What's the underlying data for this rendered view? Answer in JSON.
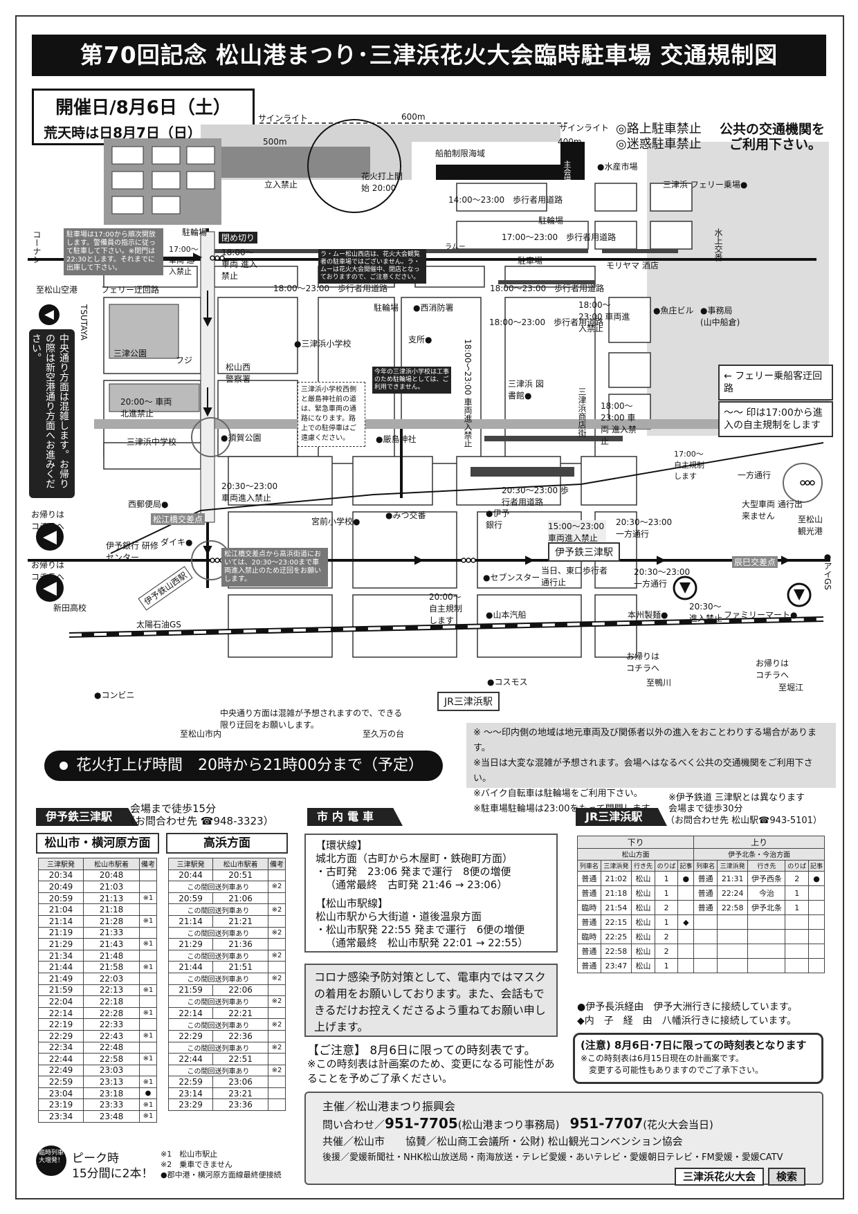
{
  "title": "第70回記念 松山港まつり･三津浜花火大会臨時駐車場 交通規制図",
  "event": {
    "date": "開催日/8月6日（土）",
    "rain": "荒天時は日8月7日（日）に順延"
  },
  "top_notes": {
    "prohibit1": "◎路上駐車禁止",
    "prohibit2": "◎迷惑駐車禁止",
    "public1": "公共の交通機関を",
    "public2": "ご利用下さい。"
  },
  "map": {
    "sainlight_left": "サインライト",
    "sainlight_right": "サインライト",
    "d600": "600m",
    "d500": "500m",
    "d400": "400m",
    "sea_restrict": "船舶制限海域",
    "tachiiri": "立入禁止",
    "launch": "花火打上開始 20:00",
    "main_venue": "主会場",
    "main_venue2": "主会場",
    "walk1": "14:00〜23:00　歩行者用道路",
    "walk2": "17:00〜23:00　歩行者用道路",
    "walk3": "18:00〜23:00　歩行者用道路",
    "walk4": "18:00〜23:00　歩行者用道路",
    "walk5": "18:00〜23:00　歩行者用道路",
    "bicycle1": "駐輪場",
    "bicycle2": "駐輪場",
    "bicycle3": "駐輪場",
    "parking": "駐車場",
    "ramu": "ラムー",
    "suisan": "●水産市場",
    "ferry_pier": "三津浜 フェリー乗場●",
    "moriyama": "モリヤマ 酒店",
    "uoshou": "●魚庄ビル",
    "jimusho": "●事務局 (山中船倉)",
    "suijo": "水上交番",
    "konan": "コーナン",
    "to_airport": "至松山空港",
    "ferry_route": "フェリー迂回路",
    "tsutaya": "TSUTAYA",
    "heimekiri": "閉め切り",
    "t1730": "17:00〜 車両 進入禁止",
    "t1800a": "18:00〜 車両 進入禁止",
    "parking_note": "駐車場は17:00から順次開放します。警備員の指示に従って駐車して下さい。※閉門は22:30とします。それまでに出庫して下さい。",
    "ramu_note": "ラ・ムー松山西店は、花火大会観覧者の駐車場ではございません。ラ・ムーは花火大会開催中、閉店となっておりますので、ご注意ください。",
    "fire": "●西消防署",
    "elem": "●三津浜小学校",
    "shisho": "支所●",
    "school_note": "今年の三津浜小学校は工事のため駐輪場としては、ご利用できません。",
    "itsukushima": "●厳島神社",
    "library": "三津浜 図書館●",
    "police": "松山西 警察署",
    "fuji": "フジ",
    "mitsu_park": "三津公園",
    "suga_park": "●須賀公園",
    "mitsu_jh": "三津浜中学校",
    "sanchu_note": "三津浜小学校西側と厳島神社前の道は、緊急車両の通路になります。路上での駐停車はご遠慮ください。",
    "t2000": "20:00〜 車両北進禁止",
    "t1800b": "18:00〜23:00 車両進入禁止",
    "t1800c": "18:00〜23:00 車両 進入禁止",
    "t1800d": "18:00〜23:00 車両進入禁止",
    "mitsu_st": "三津浜商店街",
    "jishu1": "17:00〜 自主規制 します",
    "oneway": "一方通行",
    "ferry_detour": "フェリー乗船客迂回路",
    "jishu_note": "印は17:00から進入の自主規制をします",
    "t2030a": "20:30〜23:00 車両進入禁止",
    "t2030b": "20:30〜23:00 歩行者用道路",
    "t2030c": "20:30〜23:00 一方通行",
    "t2030d": "20:30〜23:00 一方通行",
    "t2030e": "20:30〜 進入禁止",
    "t1500": "15:00〜23:00 車両進入禁止",
    "large_car": "大型車両 通行出来ません",
    "seibu_post": "西郵便局●",
    "matsue_int": "松江橋交差点",
    "miyamae": "宮前小学校●",
    "mitsu_kotsu": "●みつ交番",
    "iyo_bank": "●伊予 銀行",
    "daiki": "ダイキ●",
    "iyo_training": "伊予銀行 研修センター",
    "iyotetsu_mitsu": "伊予鉄三津駅",
    "iyotetsu_west": "伊予鉄山西駅",
    "matsue_note": "松江橋交差点から高浜街道においては、20:30〜23:00まで車両進入禁止のため迂回をお願いします。",
    "seven": "●セブンスター",
    "touhi": "当日、東口歩行者 通行止",
    "to_kanko": "至松山 観光港",
    "tatsumi": "辰巳交差点",
    "aigs": "●アイGS",
    "jishu2": "20:00〜 自主規制 します",
    "yamamoto": "●山本汽船",
    "honshu": "本州製麺●",
    "family": "ファミリーマート●",
    "okaeri": "お帰りは コチラへ",
    "taiyo": "太陽石油GS",
    "shinden": "新田高校",
    "cosmos": "●コスモス",
    "konbini": "●コンビニ",
    "jr_mitsu": "JR三津浜駅",
    "to_kamo": "至鴨川",
    "to_horie": "至堀江",
    "to_matsuyama": "至松山市内",
    "to_kumanodai": "至久万の台",
    "chuo_note": "中央通り方面は混雑が予想されますので、できる限り迂回をお願いします。",
    "left_banner": "中央通り方面は混雑します。お帰りの際は新空港通り方面へお進みください。"
  },
  "fireworks": "花火打上げ時間　20時から21時00分まで（予定）",
  "notes": [
    "※ 〜〜印内側の地域は地元車両及び関係者以外の進入をおことわりする場合があります。",
    "※当日は大変な混雑が予想されます。会場へはなるべく公共の交通機関をご利用下さい。",
    "※バイク自転車は駐輪場をご利用下さい。",
    "※駐車場駐輪場は23:00をもって閉門します。"
  ],
  "iyotetsu": {
    "head": "伊予鉄三津駅",
    "walk": "会場まで徒歩15分",
    "inquiry": "（お問合わせ先 ☎948-3323）",
    "dir1": "松山市・横河原方面",
    "dir2": "高浜方面",
    "cols1": [
      "三津駅発",
      "松山市駅着",
      "備考"
    ],
    "cols2": [
      "三津駅発",
      "松山市駅着",
      "備考"
    ],
    "rows1": [
      [
        "20:34",
        "20:48",
        ""
      ],
      [
        "20:49",
        "21:03",
        ""
      ],
      [
        "20:59",
        "21:13",
        "※1"
      ],
      [
        "21:04",
        "21:18",
        ""
      ],
      [
        "21:14",
        "21:28",
        "※1"
      ],
      [
        "21:19",
        "21:33",
        ""
      ],
      [
        "21:29",
        "21:43",
        "※1"
      ],
      [
        "21:34",
        "21:48",
        ""
      ],
      [
        "21:44",
        "21:58",
        "※1"
      ],
      [
        "21:49",
        "22:03",
        ""
      ],
      [
        "21:59",
        "22:13",
        "※1"
      ],
      [
        "22:04",
        "22:18",
        ""
      ],
      [
        "22:14",
        "22:28",
        "※1"
      ],
      [
        "22:19",
        "22:33",
        ""
      ],
      [
        "22:29",
        "22:43",
        "※1"
      ],
      [
        "22:34",
        "22:48",
        ""
      ],
      [
        "22:44",
        "22:58",
        "※1"
      ],
      [
        "22:49",
        "23:03",
        ""
      ],
      [
        "22:59",
        "23:13",
        "※1"
      ],
      [
        "23:04",
        "23:18",
        "●"
      ],
      [
        "23:19",
        "23:33",
        "※1"
      ],
      [
        "23:34",
        "23:48",
        "※1"
      ]
    ],
    "rows2": [
      [
        "20:44",
        "20:51",
        ""
      ],
      [
        "この間回送列車あり",
        "",
        "※2"
      ],
      [
        "20:59",
        "21:06",
        ""
      ],
      [
        "この間回送列車あり",
        "",
        "※2"
      ],
      [
        "21:14",
        "21:21",
        ""
      ],
      [
        "この間回送列車あり",
        "",
        "※2"
      ],
      [
        "21:29",
        "21:36",
        ""
      ],
      [
        "この間回送列車あり",
        "",
        "※2"
      ],
      [
        "21:44",
        "21:51",
        ""
      ],
      [
        "この間回送列車あり",
        "",
        "※2"
      ],
      [
        "21:59",
        "22:06",
        ""
      ],
      [
        "この間回送列車あり",
        "",
        "※2"
      ],
      [
        "22:14",
        "22:21",
        ""
      ],
      [
        "この間回送列車あり",
        "",
        "※2"
      ],
      [
        "22:29",
        "22:36",
        ""
      ],
      [
        "この間回送列車あり",
        "",
        "※2"
      ],
      [
        "22:44",
        "22:51",
        ""
      ],
      [
        "この間回送列車あり",
        "",
        "※2"
      ],
      [
        "22:59",
        "23:06",
        ""
      ],
      [
        "23:14",
        "23:21",
        ""
      ],
      [
        "23:29",
        "23:36",
        ""
      ]
    ],
    "peak_badge": "臨時列車大増発！",
    "peak1": "ピーク時",
    "peak2": "15分間に2本！",
    "fn1": "※1　松山市駅止",
    "fn2": "※2　乗車できません",
    "fn3": "●郡中港・横河原方面線最終便接続"
  },
  "tram": {
    "head": "市内電車",
    "lines": [
      "【環状線】",
      "城北方面（古町から木屋町・鉄砲町方面）",
      "・古町発　23:06 発まで運行　8便の増便",
      "（通常最終　古町発 21:46 → 23:06）",
      "",
      "【松山市駅線】",
      "松山市駅から大街道・道後温泉方面",
      "・松山市駅発 22:55 発まで運行　6便の増便",
      "（通常最終　松山市駅発 22:01 → 22:55）"
    ],
    "corona": "コロナ感染予防対策として、電車内ではマスクの着用をお願いしております。また、会話もできるだけお控えくださるよう重ねてお願い申し上げます。",
    "caution": "【ご注意】 8月6日に限っての時刻表です。",
    "caution2": "※この時刻表は計画案のため、変更になる可能性があることを予めご了承ください。"
  },
  "jr": {
    "head": "JR三津浜駅",
    "note1": "※伊予鉄道 三津駅とは異なります",
    "walk": "会場まで徒歩30分",
    "inquiry": "（お問合わせ先 松山駅☎943-5101）",
    "down": "下り",
    "down_dir": "松山方面",
    "up": "上り",
    "up_dir": "伊予北条・今治方面",
    "cols": [
      "列車名",
      "三津浜発",
      "行き先",
      "のりば",
      "記事",
      "列車名",
      "三津浜発",
      "行き先",
      "のりば",
      "記事"
    ],
    "rows": [
      [
        "普通",
        "21:02",
        "松山",
        "1",
        "●",
        "普通",
        "21:31",
        "伊予西条",
        "2",
        "●"
      ],
      [
        "普通",
        "21:18",
        "松山",
        "1",
        "",
        "普通",
        "22:24",
        "今治",
        "1",
        ""
      ],
      [
        "臨時",
        "21:54",
        "松山",
        "2",
        "",
        "普通",
        "22:58",
        "伊予北条",
        "1",
        ""
      ],
      [
        "普通",
        "22:15",
        "松山",
        "1",
        "◆",
        "",
        "",
        "",
        "",
        ""
      ],
      [
        "臨時",
        "22:25",
        "松山",
        "2",
        "",
        "",
        "",
        "",
        "",
        ""
      ],
      [
        "普通",
        "22:58",
        "松山",
        "2",
        "",
        "",
        "",
        "",
        "",
        ""
      ],
      [
        "普通",
        "23:47",
        "松山",
        "1",
        "",
        "",
        "",
        "",
        "",
        ""
      ]
    ],
    "conn1": "●伊予長浜経由　伊予大洲行きに接続しています。",
    "conn2": "◆内　子　経　由　八幡浜行きに接続しています。",
    "caution": "(注意) 8月6日･7日に限っての時刻表となります",
    "caution2": "※この時刻表は6月15日現在の計画案です。",
    "caution3": "　変更する可能性もありますのでご了承下さい。"
  },
  "sponsor": {
    "host": "主催／松山港まつり振興会",
    "contact_label": "問い合わせ／",
    "tel1": "951-7705",
    "tel1_note": "(松山港まつり事務局)",
    "tel2": "951-7707",
    "tel2_note": "(花火大会当日)",
    "cohost": "共催／松山市　　協賛／松山商工会議所・公財) 松山観光コンベンション協会",
    "support": "後援／愛媛新聞社・NHK松山放送局・南海放送・テレビ愛媛・あいテレビ・愛媛朝日テレビ・FM愛媛・愛媛CATV",
    "search_box": "三津浜花火大会",
    "search_btn": "検索"
  }
}
